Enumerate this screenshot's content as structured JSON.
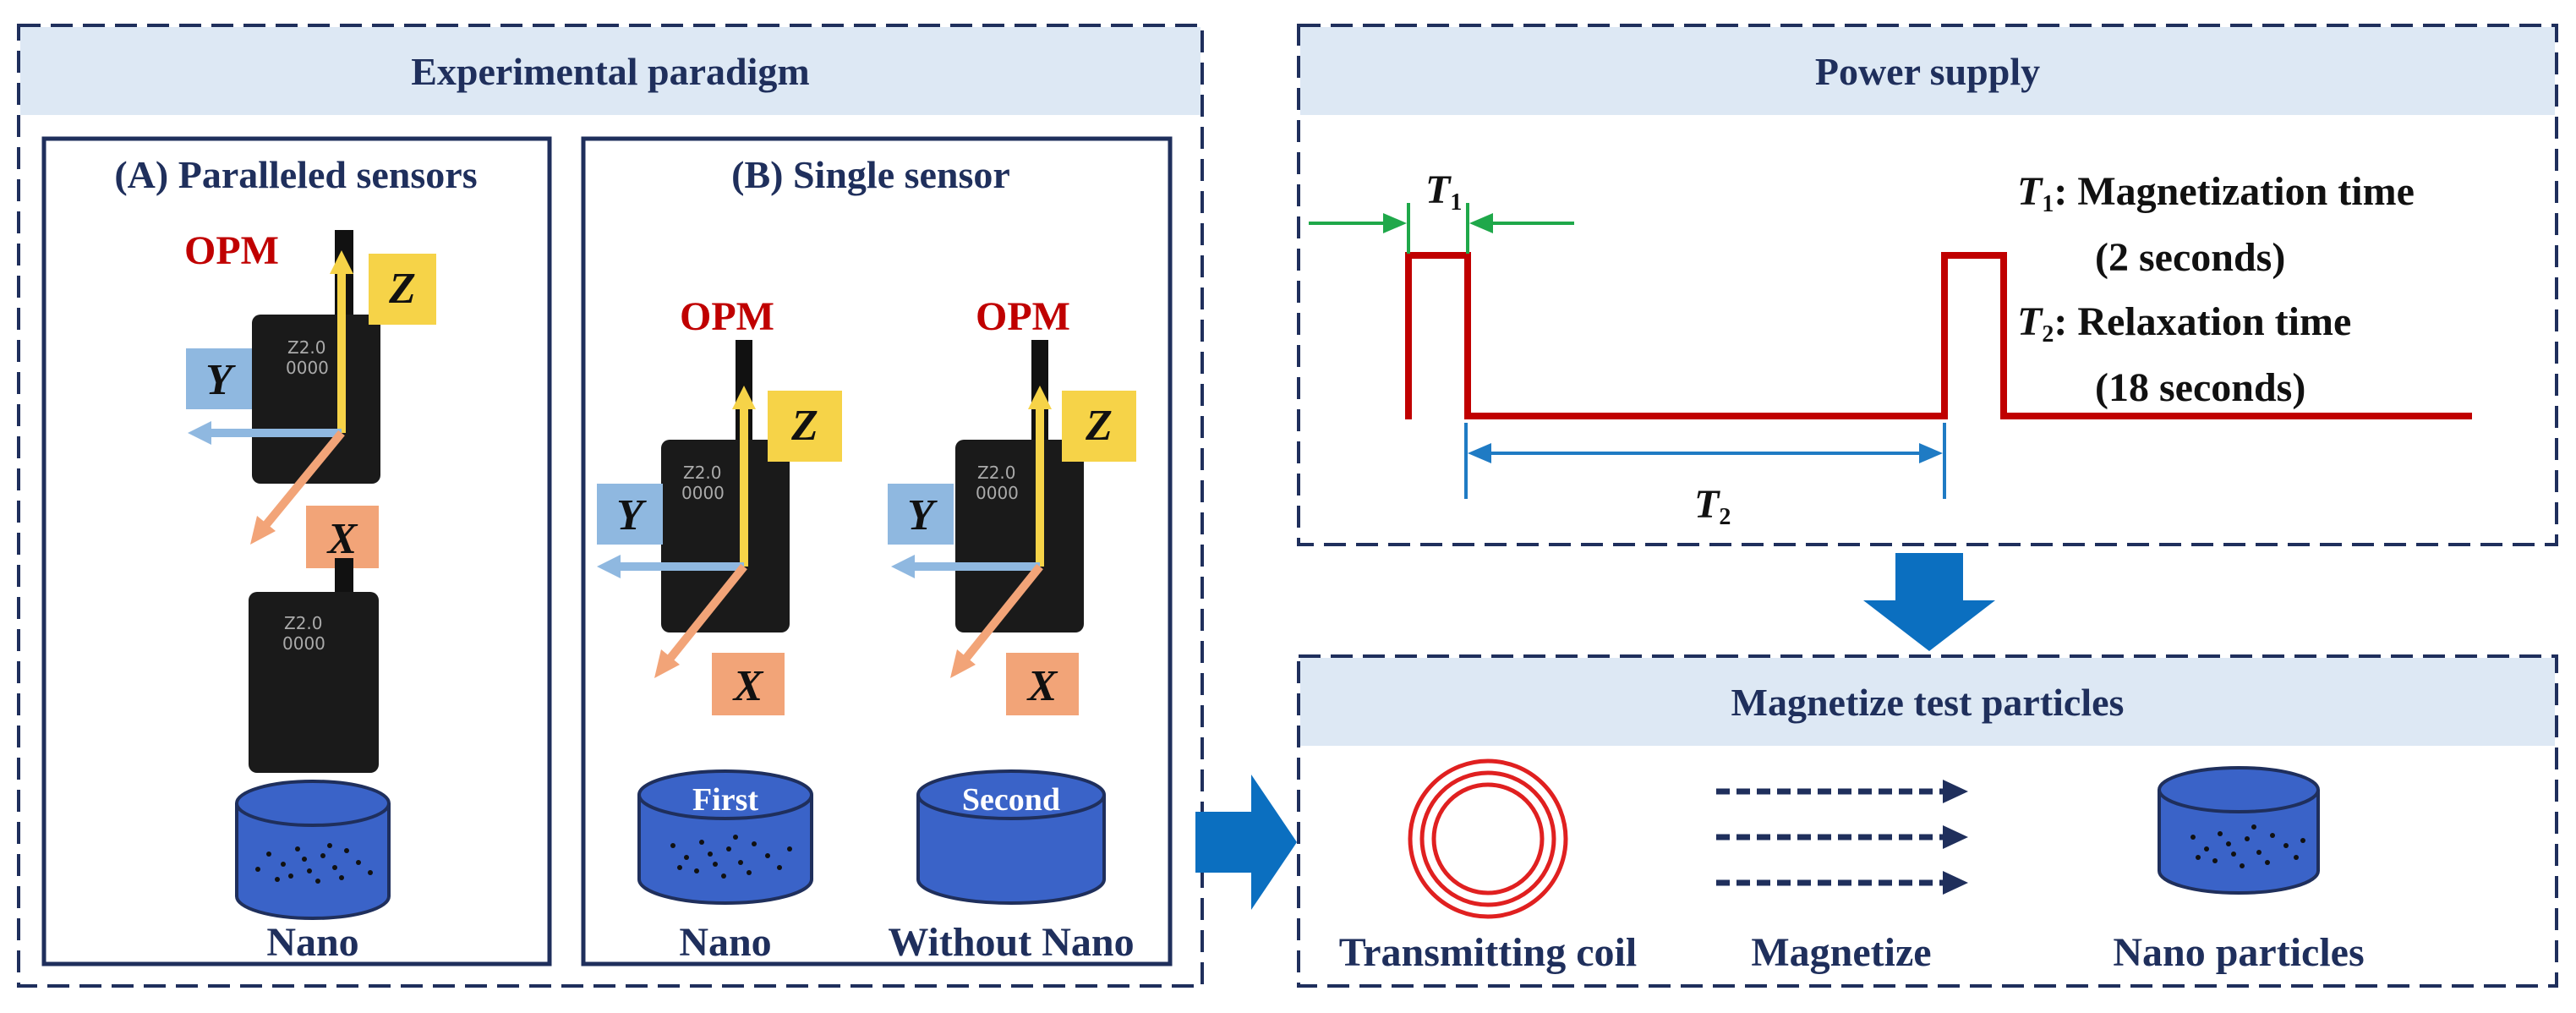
{
  "colors": {
    "frame": "#1f2f5c",
    "header_fill": "#dde8f4",
    "signal": "#c00000",
    "arrow_green": "#1fa84a",
    "arrow_blue": "#1f7bc4",
    "flow_arrow": "#0b6fc0",
    "axis_z": "#f6d348",
    "axis_y": "#8fb8e0",
    "axis_x": "#f2a478",
    "container": "#3a63c8",
    "coil": "#e02020"
  },
  "left_panel": {
    "title": "Experimental paradigm",
    "panel_a": {
      "title": "(A) Paralleled sensors",
      "opm_label": "OPM",
      "axes": {
        "z": "Z",
        "y": "Y",
        "x": "X"
      },
      "sensor_text": "Z2.0",
      "sensor_text2": "0000",
      "caption": "Nano"
    },
    "panel_b": {
      "title": "(B) Single sensor",
      "left": {
        "opm_label": "OPM",
        "axes": {
          "z": "Z",
          "y": "Y",
          "x": "X"
        },
        "container_label": "First",
        "caption": "Nano"
      },
      "right": {
        "opm_label": "OPM",
        "axes": {
          "z": "Z",
          "y": "Y",
          "x": "X"
        },
        "container_label": "Second",
        "caption": "Without Nano"
      }
    }
  },
  "power_supply": {
    "title": "Power supply",
    "t1_symbol": "T",
    "t1_sub": "1",
    "t2_symbol": "T",
    "t2_sub": "2",
    "legend": [
      {
        "sym": "T",
        "sub": "1",
        "text": ": Magnetization time"
      },
      {
        "text": "(2 seconds)"
      },
      {
        "sym": "T",
        "sub": "2",
        "text": ": Relaxation time"
      },
      {
        "text": "(18 seconds)"
      }
    ]
  },
  "magnetize": {
    "title": "Magnetize test particles",
    "coil_label": "Transmitting coil",
    "magnetize_label": "Magnetize",
    "particles_label": "Nano particles"
  }
}
